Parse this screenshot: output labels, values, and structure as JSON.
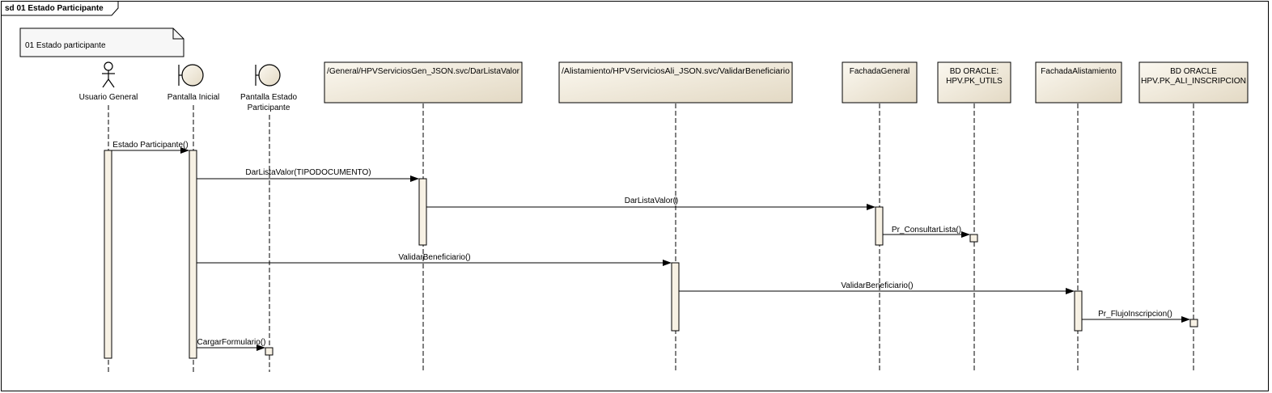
{
  "frame": {
    "title": "sd 01 Estado Participante"
  },
  "note": {
    "text": "01 Estado participante"
  },
  "lifelines": [
    {
      "id": "user",
      "kind": "actor",
      "label_lines": [
        "Usuario General"
      ]
    },
    {
      "id": "pi",
      "kind": "boundary",
      "label_lines": [
        "Pantalla Inicial"
      ]
    },
    {
      "id": "pe",
      "kind": "boundary",
      "label_lines": [
        "Pantalla Estado",
        "Participante"
      ]
    },
    {
      "id": "gen",
      "kind": "box",
      "label_lines": [
        "/General/HPVServiciosGen_JSON.svc/DarListaValor"
      ]
    },
    {
      "id": "ali",
      "kind": "box",
      "label_lines": [
        "/Alistamiento/HPVServiciosAli_JSON.svc/ValidarBeneficiario"
      ]
    },
    {
      "id": "fg",
      "kind": "box",
      "label_lines": [
        "FachadaGeneral"
      ]
    },
    {
      "id": "utils",
      "kind": "box",
      "label_lines": [
        "BD ORACLE:",
        "HPV.PK_UTILS"
      ]
    },
    {
      "id": "fa",
      "kind": "box",
      "label_lines": [
        "FachadaAlistamiento"
      ]
    },
    {
      "id": "insc",
      "kind": "box",
      "label_lines": [
        "BD ORACLE",
        "HPV.PK_ALI_INSCRIPCION"
      ]
    }
  ],
  "messages": [
    {
      "from": "user",
      "to": "pi",
      "label": "Estado Participante()"
    },
    {
      "from": "pi",
      "to": "gen",
      "label": "DarListaValor(TIPODOCUMENTO)"
    },
    {
      "from": "gen",
      "to": "fg",
      "label": "DarListaValor()"
    },
    {
      "from": "fg",
      "to": "utils",
      "label": "Pr_ConsultarLista()"
    },
    {
      "from": "pi",
      "to": "ali",
      "label": "ValidarBeneficiario()"
    },
    {
      "from": "ali",
      "to": "fa",
      "label": "ValidarBeneficiario()"
    },
    {
      "from": "fa",
      "to": "insc",
      "label": "Pr_FlujoInscripcion()"
    },
    {
      "from": "pi",
      "to": "pe",
      "label": "CargarFormulario()"
    }
  ],
  "colors": {
    "box_fill_light": "#fbf8f0",
    "box_fill_dark": "#e3d9c4",
    "activation_fill": "#f7f1e4",
    "line": "#000000",
    "frame_border": "#000000",
    "note_fill": "#f7f7f7"
  }
}
